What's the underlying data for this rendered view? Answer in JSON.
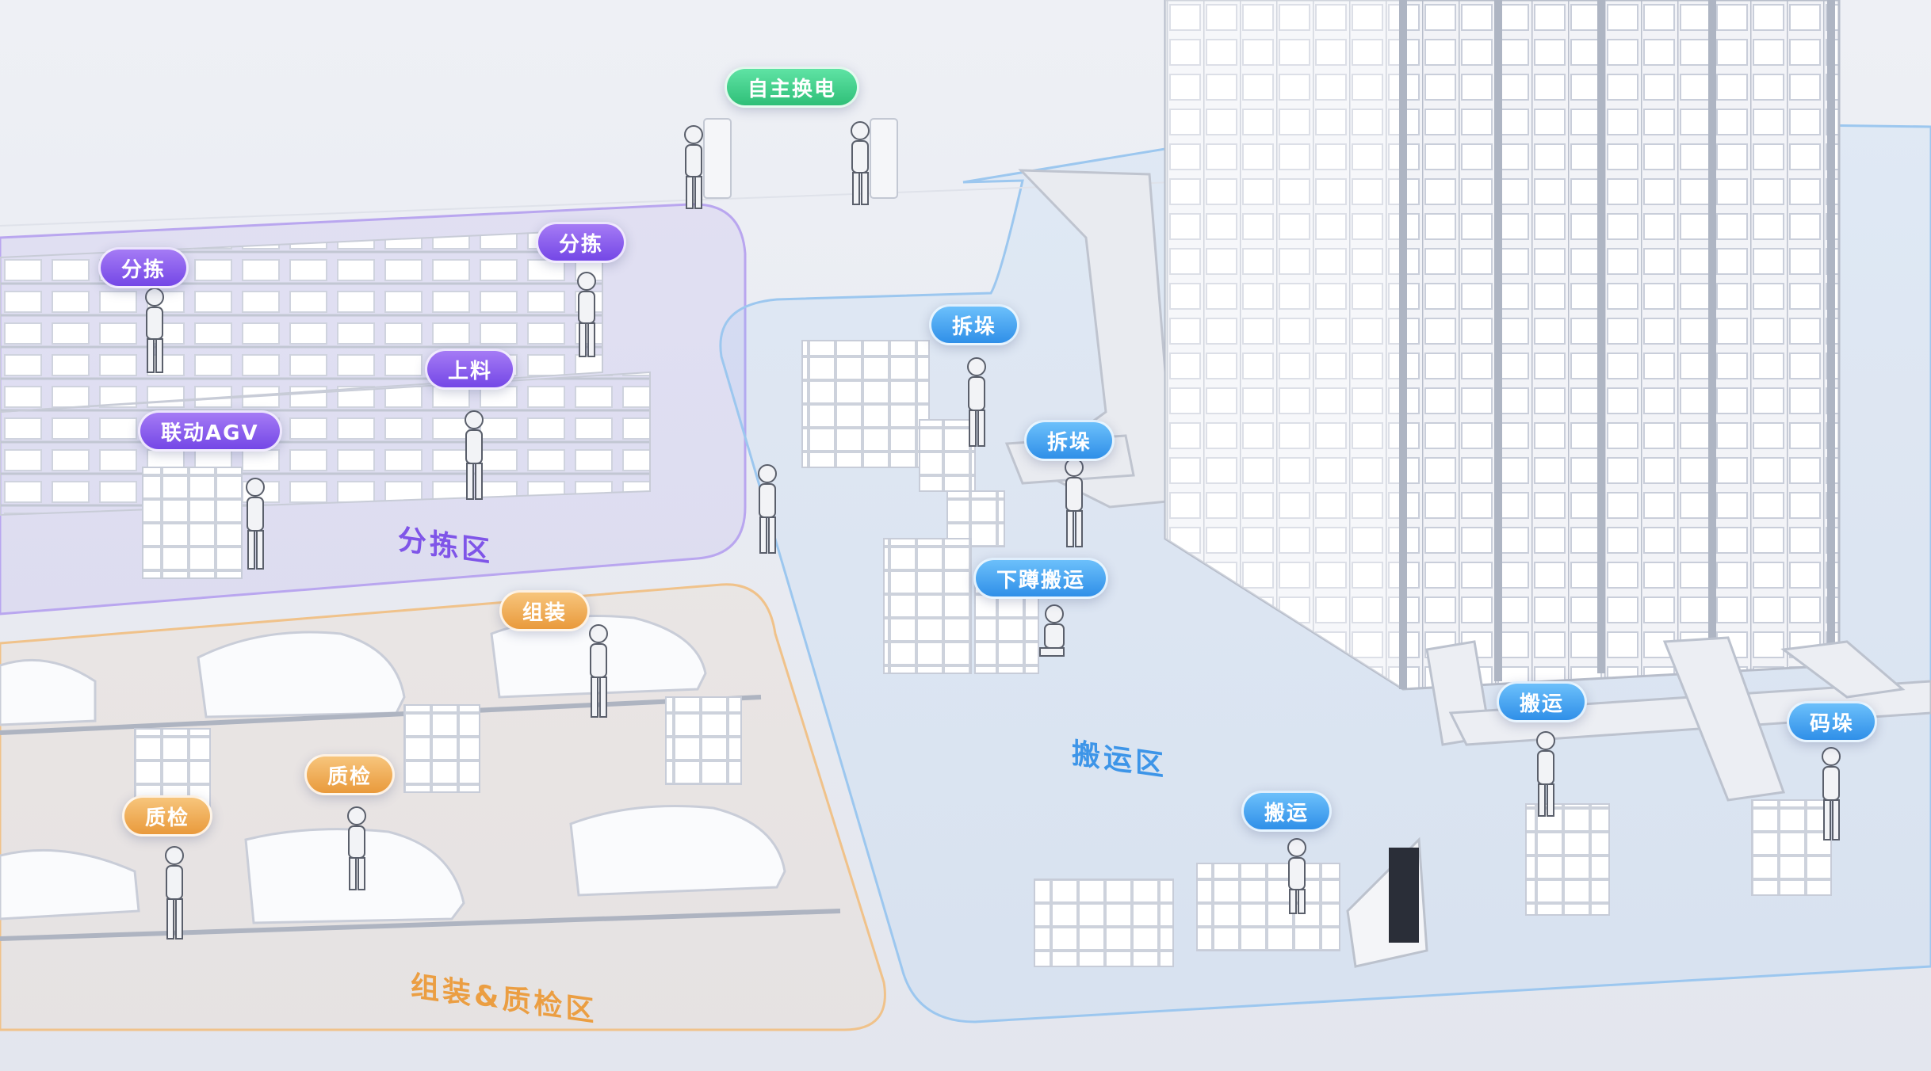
{
  "tags": {
    "battery_swap": "自主换电",
    "sort_1": "分拣",
    "sort_2": "分拣",
    "feed": "上料",
    "agv_link": "联动AGV",
    "unstack_1": "拆垛",
    "unstack_2": "拆垛",
    "squat_carry": "下蹲搬运",
    "carry_1": "搬运",
    "carry_2": "搬运",
    "palletize": "码垛",
    "assemble": "组装",
    "inspect_1": "质检",
    "inspect_2": "质检"
  },
  "zones": {
    "sorting": "分拣区",
    "transport": "搬运区",
    "assembly_qc": "组装&质检区"
  },
  "colors": {
    "green": "#2fbf78",
    "purple": "#7447e6",
    "blue": "#2f8fe8",
    "orange": "#e99a3c"
  }
}
